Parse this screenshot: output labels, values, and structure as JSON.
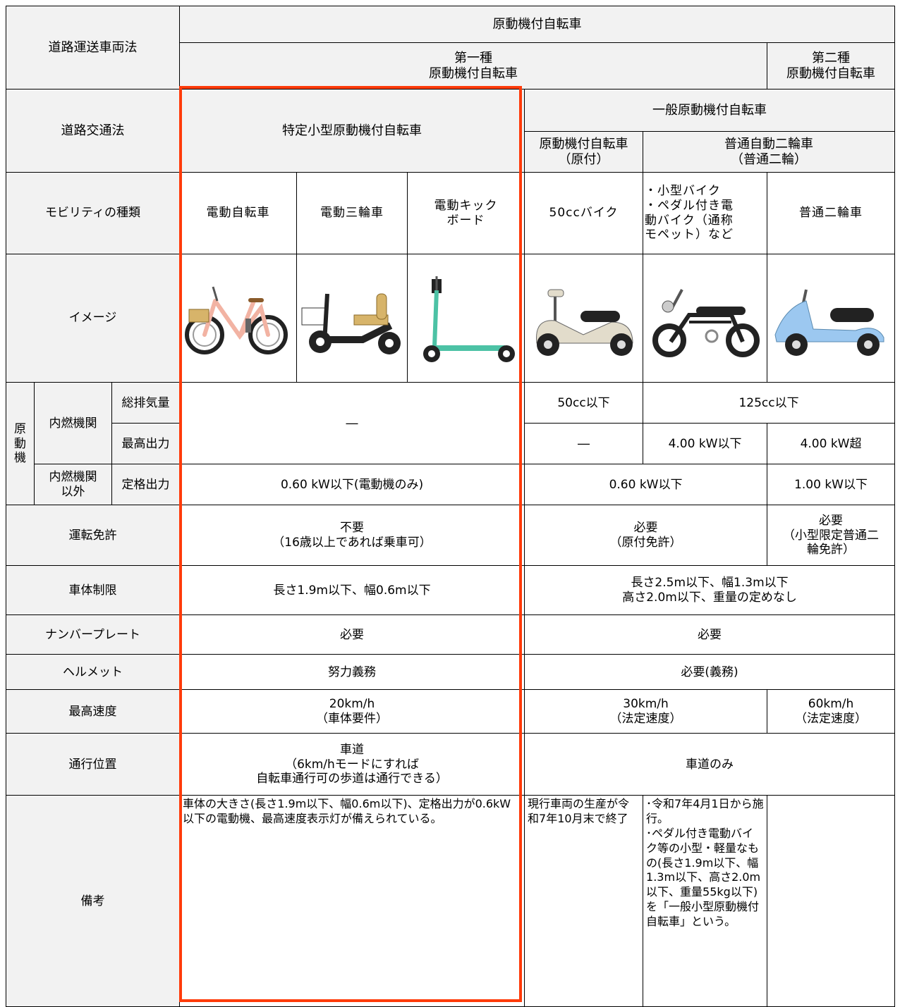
{
  "headers": {
    "road_transport_law": "道路運送車両法",
    "motorized_bicycle": "原動機付自転車",
    "class1": "第一種\n原動機付自転車",
    "class2": "第二種\n原動機付自転車",
    "road_traffic_law": "道路交通法",
    "specified_small": "特定小型原動機付自転車",
    "general_moped": "一般原動機付自転車",
    "moped_genzuki": "原動機付自転車\n（原付）",
    "normal_two_wheel": "普通自動二輪車\n（普通二輪）"
  },
  "mobility": {
    "label": "モビリティの種類",
    "types": [
      "電動自転車",
      "電動三輪車",
      "電動キック\nボード",
      "50ccバイク",
      "・小型バイク\n・ペダル付き電\n動バイク（通称\nモペット）など",
      "普通二輪車"
    ]
  },
  "image_row": {
    "label": "イメージ",
    "icons": [
      "electric-bicycle-icon",
      "electric-tricycle-icon",
      "electric-kickboard-icon",
      "50cc-scooter-icon",
      "small-motorbike-icon",
      "normal-scooter-icon"
    ]
  },
  "engine": {
    "motor_label": "原\n動\n機",
    "ice_label": "内燃機関",
    "non_ice_label": "内燃機関\n以外",
    "displacement_label": "総排気量",
    "max_output_label": "最高出力",
    "rated_output_label": "定格出力",
    "specified_dash": "―",
    "displacement_moped": "50cc以下",
    "displacement_125": "125cc以下",
    "max_output_moped": "―",
    "max_output_small": "4.00 kW以下",
    "max_output_normal": "4.00 kW超",
    "rated_specified": "0.60 kW以下(電動機のみ)",
    "rated_general": "0.60 kW以下",
    "rated_normal": "1.00 kW以下"
  },
  "license": {
    "label": "運転免許",
    "specified": "不要\n（16歳以上であれば乗車可）",
    "general": "必要\n（原付免許）",
    "normal": "必要\n（小型限定普通二\n輪免許）"
  },
  "body_limit": {
    "label": "車体制限",
    "specified": "長さ1.9m以下、幅0.6m以下",
    "general": "長さ2.5m以下、幅1.3m以下\n高さ2.0m以下、重量の定めなし"
  },
  "plate": {
    "label": "ナンバープレート",
    "specified": "必要",
    "general": "必要"
  },
  "helmet": {
    "label": "ヘルメット",
    "specified": "努力義務",
    "general": "必要(義務)"
  },
  "speed": {
    "label": "最高速度",
    "specified": "20km/h\n（車体要件）",
    "general": "30km/h\n（法定速度）",
    "normal": "60km/h\n（法定速度）"
  },
  "position": {
    "label": "通行位置",
    "specified": "車道\n（6km/hモードにすれば\n自転車通行可の歩道は通行できる）",
    "general": "車道のみ"
  },
  "remarks": {
    "label": "備考",
    "specified": "車体の大きさ(長さ1.9m以下、幅0.6m以下)、定格出力が0.6kW以下の電動機、最高速度表示灯が備えられている。",
    "moped": "現行車両の生産が令和7年10月末で終了",
    "small": "･令和7年4月1日から施行。\n･ペダル付き電動バイク等の小型・軽量なもの(長さ1.9m以下、幅1.3m以下、高さ2.0m以下、重量55kg以下)を「一般小型原動機付自転車」という。",
    "normal": ""
  },
  "colors": {
    "highlight_border": "#ff3b0a",
    "header_bg": "#f2f2f2",
    "bicycle": "#f2b3a3",
    "seat_tan": "#d7b46a",
    "kickboard": "#4cc2a5",
    "scooter_beige": "#e2dccb",
    "scooter_blue": "#9cc8f0"
  }
}
